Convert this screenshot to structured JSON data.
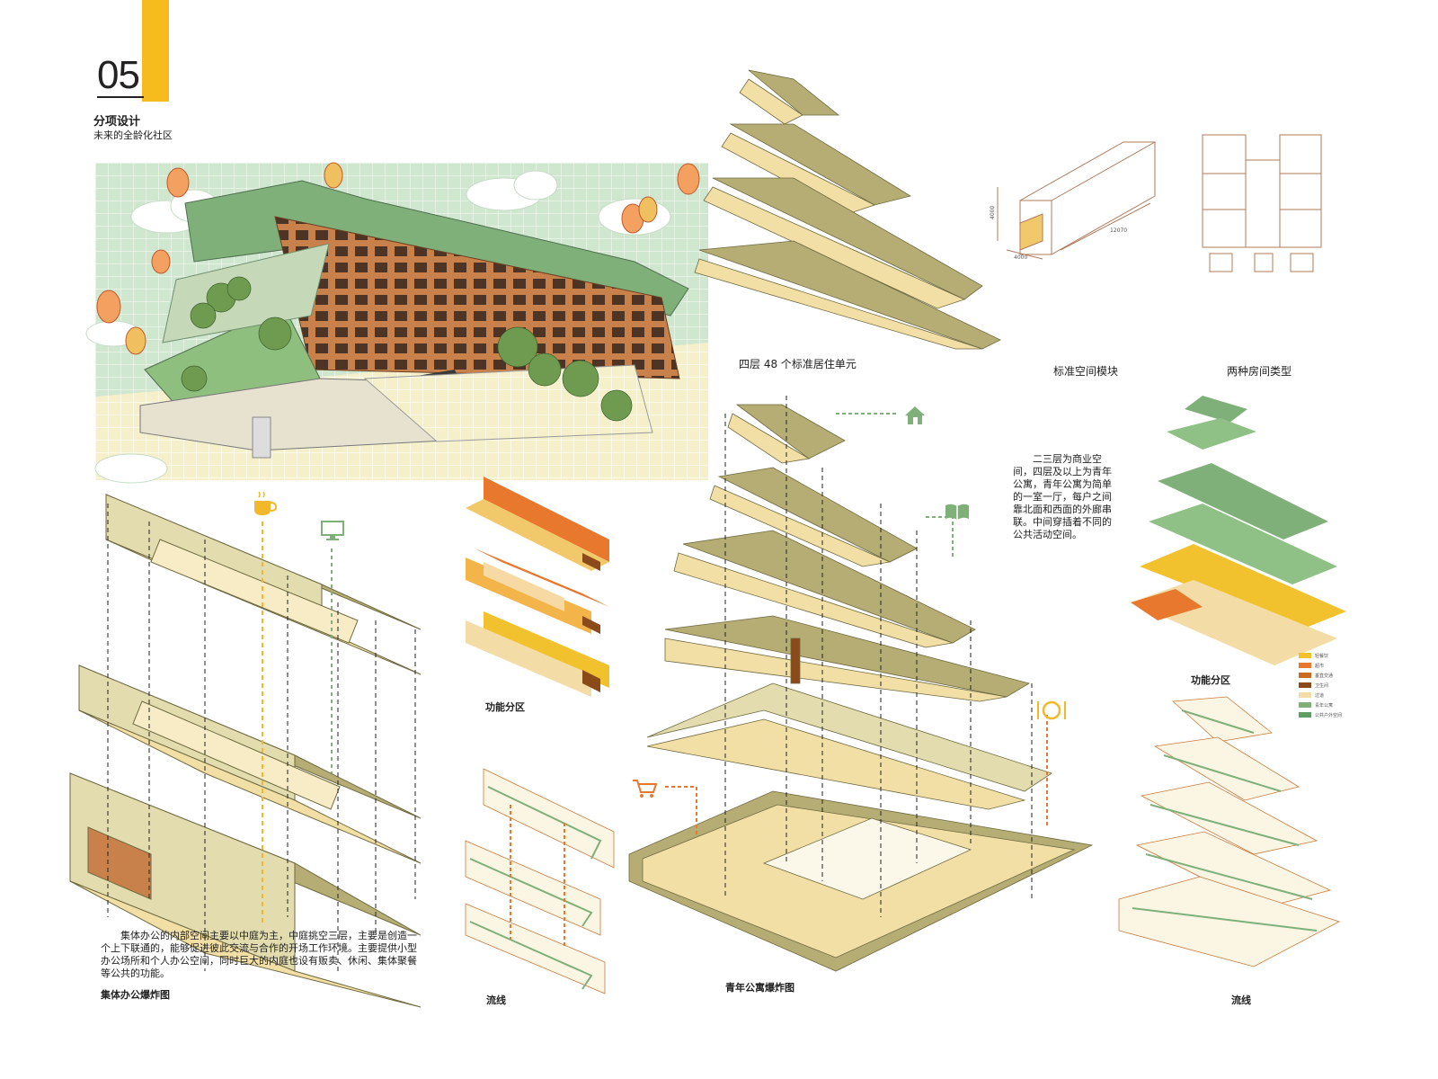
{
  "header": {
    "page_number": "05",
    "title": "分项设计",
    "subtitle": "未来的全龄化社区"
  },
  "labels": {
    "floor4_units": "四层      48 个标准居住单元",
    "standard_module": "标准空间模块",
    "room_types": "两种房间类型",
    "function_zone_left": "功能分区",
    "function_zone_right": "功能分区",
    "flow_left": "流线",
    "flow_right": "流线",
    "apartment_explode": "青年公寓爆炸图",
    "office_explode": "集体办公爆炸图"
  },
  "dimensions": {
    "height": "4000",
    "width": "4000",
    "length": "12070"
  },
  "texts": {
    "apartment_desc": "二三层为商业空间，四层及以上为青年公寓，青年公寓为简单的一室一厅，每户之间靠北面和西面的外廊串联。中间穿插着不同的公共活动空间。",
    "office_desc": "集体办公的内部空间主要以中庭为主，中庭挑空三层，主要是创造一个上下联通的，能够促进彼此交流与合作的开场工作环境。主要提供小型办公场所和个人办公空间，同时巨大的内庭也设有贩卖、休闲、集体聚餐等公共的功能。"
  },
  "legend": [
    {
      "label": "轻餐饮",
      "color": "#f2c12e"
    },
    {
      "label": "超市",
      "color": "#e8782e"
    },
    {
      "label": "垂直交通",
      "color": "#c96a23"
    },
    {
      "label": "卫生间",
      "color": "#8a4a1a"
    },
    {
      "label": "过道",
      "color": "#f3dca6"
    },
    {
      "label": "青年公寓",
      "color": "#7fb07a"
    },
    {
      "label": "公共户外空间",
      "color": "#5f9e63"
    }
  ],
  "icons": [
    "cafe-icon",
    "monitor-icon",
    "home-icon",
    "book-icon",
    "dining-icon",
    "cart-icon"
  ],
  "colors": {
    "accent_yellow": "#f6bb1c",
    "wall_olive": "#b5ad74",
    "floor_cream": "#f2dfa6",
    "green": "#7fb07a",
    "orange": "#e8782e",
    "wood": "#c9814b"
  }
}
